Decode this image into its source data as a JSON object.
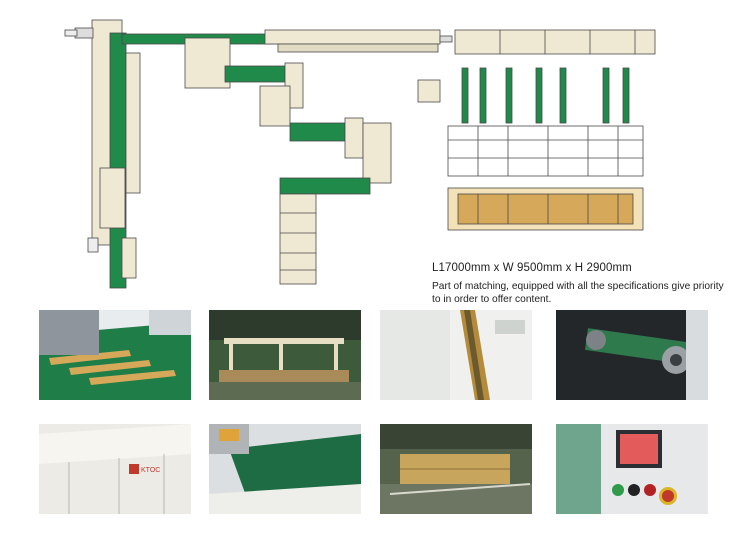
{
  "spec": {
    "dimensions": "L17000mm x W 9500mm x H 2900mm",
    "note": "Part of matching, equipped with all the specifications give priority to in order to offer content."
  },
  "photos": {
    "photo_5_badge": "KTOC"
  },
  "colors": {
    "conveyor_green": "#1f8a4a",
    "frame_cream": "#efe8d2",
    "outline": "#4a4a4a",
    "wood": "#d6a85a"
  }
}
